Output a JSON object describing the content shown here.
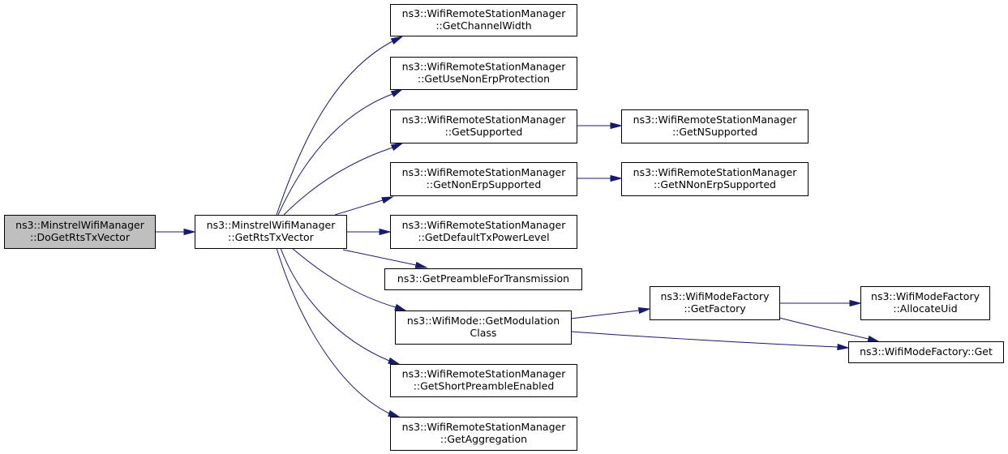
{
  "diagram": {
    "colors": {
      "edge": "#191970",
      "root_fill": "#bfbfbf",
      "node_fill": "#ffffff",
      "border": "#000000"
    },
    "nodes": [
      {
        "id": "root",
        "lines": [
          "ns3::MinstrelWifiManager",
          "::DoGetRtsTxVector"
        ],
        "highlighted": true
      },
      {
        "id": "getRts",
        "lines": [
          "ns3::MinstrelWifiManager",
          "::GetRtsTxVector"
        ]
      },
      {
        "id": "chanWidth",
        "lines": [
          "ns3::WifiRemoteStationManager",
          "::GetChannelWidth"
        ]
      },
      {
        "id": "nonErpProt",
        "lines": [
          "ns3::WifiRemoteStationManager",
          "::GetUseNonErpProtection"
        ]
      },
      {
        "id": "supported",
        "lines": [
          "ns3::WifiRemoteStationManager",
          "::GetSupported"
        ]
      },
      {
        "id": "nonErpSupp",
        "lines": [
          "ns3::WifiRemoteStationManager",
          "::GetNonErpSupported"
        ]
      },
      {
        "id": "defTxPower",
        "lines": [
          "ns3::WifiRemoteStationManager",
          "::GetDefaultTxPowerLevel"
        ]
      },
      {
        "id": "preamble",
        "lines": [
          "ns3::GetPreambleForTransmission"
        ]
      },
      {
        "id": "modClass",
        "lines": [
          "ns3::WifiMode::GetModulation",
          "Class"
        ]
      },
      {
        "id": "shortPre",
        "lines": [
          "ns3::WifiRemoteStationManager",
          "::GetShortPreambleEnabled"
        ]
      },
      {
        "id": "aggregation",
        "lines": [
          "ns3::WifiRemoteStationManager",
          "::GetAggregation"
        ]
      },
      {
        "id": "nSupported",
        "lines": [
          "ns3::WifiRemoteStationManager",
          "::GetNSupported"
        ]
      },
      {
        "id": "nNonErp",
        "lines": [
          "ns3::WifiRemoteStationManager",
          "::GetNNonErpSupported"
        ]
      },
      {
        "id": "getFactory",
        "lines": [
          "ns3::WifiModeFactory",
          "::GetFactory"
        ]
      },
      {
        "id": "allocUid",
        "lines": [
          "ns3::WifiModeFactory",
          "::AllocateUid"
        ]
      },
      {
        "id": "factGet",
        "lines": [
          "ns3::WifiModeFactory::Get"
        ]
      }
    ],
    "edges": [
      {
        "from": "root",
        "to": "getRts"
      },
      {
        "from": "getRts",
        "to": "chanWidth"
      },
      {
        "from": "getRts",
        "to": "nonErpProt"
      },
      {
        "from": "getRts",
        "to": "supported"
      },
      {
        "from": "getRts",
        "to": "nonErpSupp"
      },
      {
        "from": "getRts",
        "to": "defTxPower"
      },
      {
        "from": "getRts",
        "to": "preamble"
      },
      {
        "from": "getRts",
        "to": "modClass"
      },
      {
        "from": "getRts",
        "to": "shortPre"
      },
      {
        "from": "getRts",
        "to": "aggregation"
      },
      {
        "from": "supported",
        "to": "nSupported"
      },
      {
        "from": "nonErpSupp",
        "to": "nNonErp"
      },
      {
        "from": "modClass",
        "to": "getFactory"
      },
      {
        "from": "modClass",
        "to": "factGet"
      },
      {
        "from": "getFactory",
        "to": "allocUid"
      },
      {
        "from": "getFactory",
        "to": "factGet"
      }
    ]
  }
}
